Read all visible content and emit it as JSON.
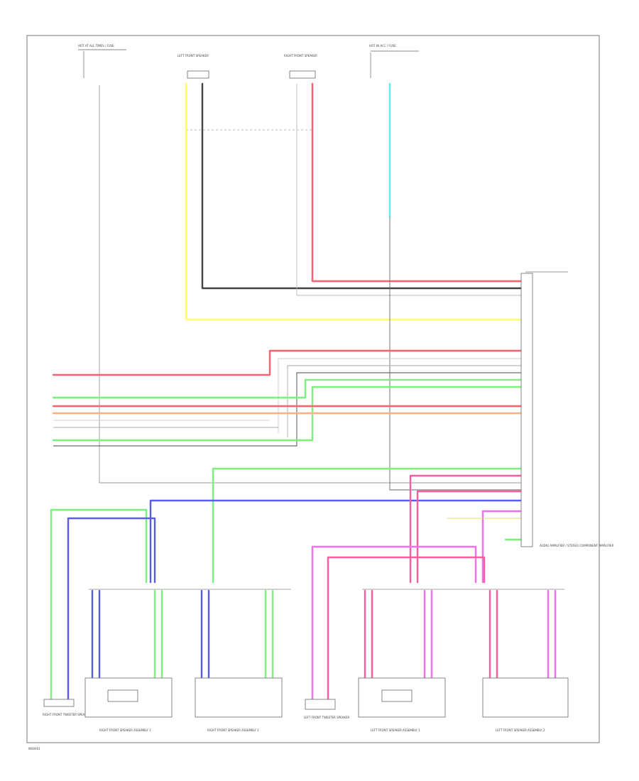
{
  "diagram": {
    "footer_code": "W00001",
    "colors": {
      "red": "#ff6070",
      "black": "#444444",
      "gray": "#aaaaaa",
      "yellow": "#ffff66",
      "cyan": "#66e8f0",
      "green": "#7cf07c",
      "blue": "#5a5cf0",
      "pink": "#ff5c9c",
      "magenta": "#f070f0",
      "orange": "#ffb080",
      "white": "#cfcfcf"
    },
    "components": [
      {
        "id": "audio-unit",
        "label": "AUDIO AMPLIFIER / STEREO COMPONENT AMPLIFIER"
      },
      {
        "id": "rf-tweeter",
        "label": "RIGHT FRONT TWEETER SPEAKER"
      },
      {
        "id": "rf-speaker-1",
        "label": "RIGHT FRONT SPEAKER ASSEMBLY 1"
      },
      {
        "id": "rf-speaker-2",
        "label": "RIGHT FRONT SPEAKER ASSEMBLY 2"
      },
      {
        "id": "lf-tweeter",
        "label": "LEFT FRONT TWEETER SPEAKER"
      },
      {
        "id": "lf-speaker-1",
        "label": "LEFT FRONT SPEAKER ASSEMBLY 1"
      },
      {
        "id": "lf-speaker-2",
        "label": "LEFT FRONT SPEAKER ASSEMBLY 2"
      },
      {
        "id": "top-left-source",
        "label": "HOT AT ALL TIMES / FUSE"
      },
      {
        "id": "top-lf-source",
        "label": "LEFT FRONT SPEAKER"
      },
      {
        "id": "top-rf-source",
        "label": "RIGHT FRONT SPEAKER"
      },
      {
        "id": "top-right-source",
        "label": "HOT IN ACC / FUSE"
      }
    ]
  }
}
